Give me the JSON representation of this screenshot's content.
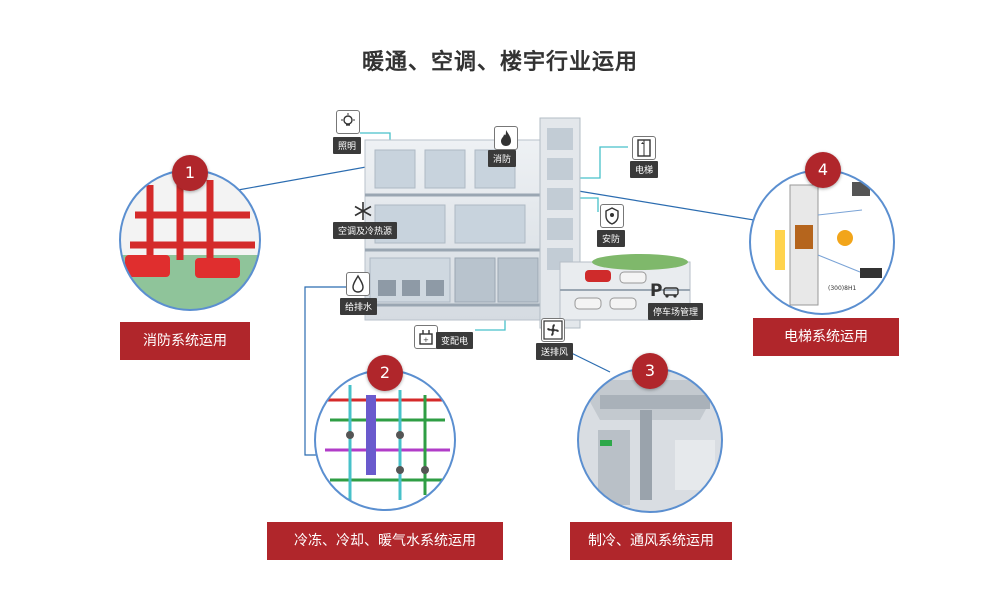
{
  "title": "暖通、空调、楼宇行业运用",
  "colors": {
    "accent_red": "#b0262b",
    "connector_blue": "#2b6cb0",
    "pipe_cyan": "#47c1c9",
    "pipe_magenta": "#b13cc8",
    "pipe_green": "#2f9e44"
  },
  "building_tags": [
    {
      "id": "lighting",
      "label": "照明",
      "icon": "lightbulb-icon"
    },
    {
      "id": "fire",
      "label": "消防",
      "icon": "flame-icon"
    },
    {
      "id": "elevator",
      "label": "电梯",
      "icon": "elevator-icon"
    },
    {
      "id": "hvac",
      "label": "空调及冷热源",
      "icon": "snowflake-icon"
    },
    {
      "id": "security",
      "label": "安防",
      "icon": "shield-icon"
    },
    {
      "id": "water",
      "label": "给排水",
      "icon": "water-drop-icon"
    },
    {
      "id": "parking",
      "label": "停车场管理",
      "icon": "parking-icon"
    },
    {
      "id": "power",
      "label": "变配电",
      "icon": "transformer-icon"
    },
    {
      "id": "ventilation",
      "label": "送排风",
      "icon": "fan-icon"
    }
  ],
  "applications": [
    {
      "number": "1",
      "label": "消防系统运用"
    },
    {
      "number": "2",
      "label": "冷冻、冷却、暖气水系统运用"
    },
    {
      "number": "3",
      "label": "制冷、通风系统运用"
    },
    {
      "number": "4",
      "label": "电梯系统运用"
    }
  ],
  "elevator_panel_label": "(300)8H1"
}
